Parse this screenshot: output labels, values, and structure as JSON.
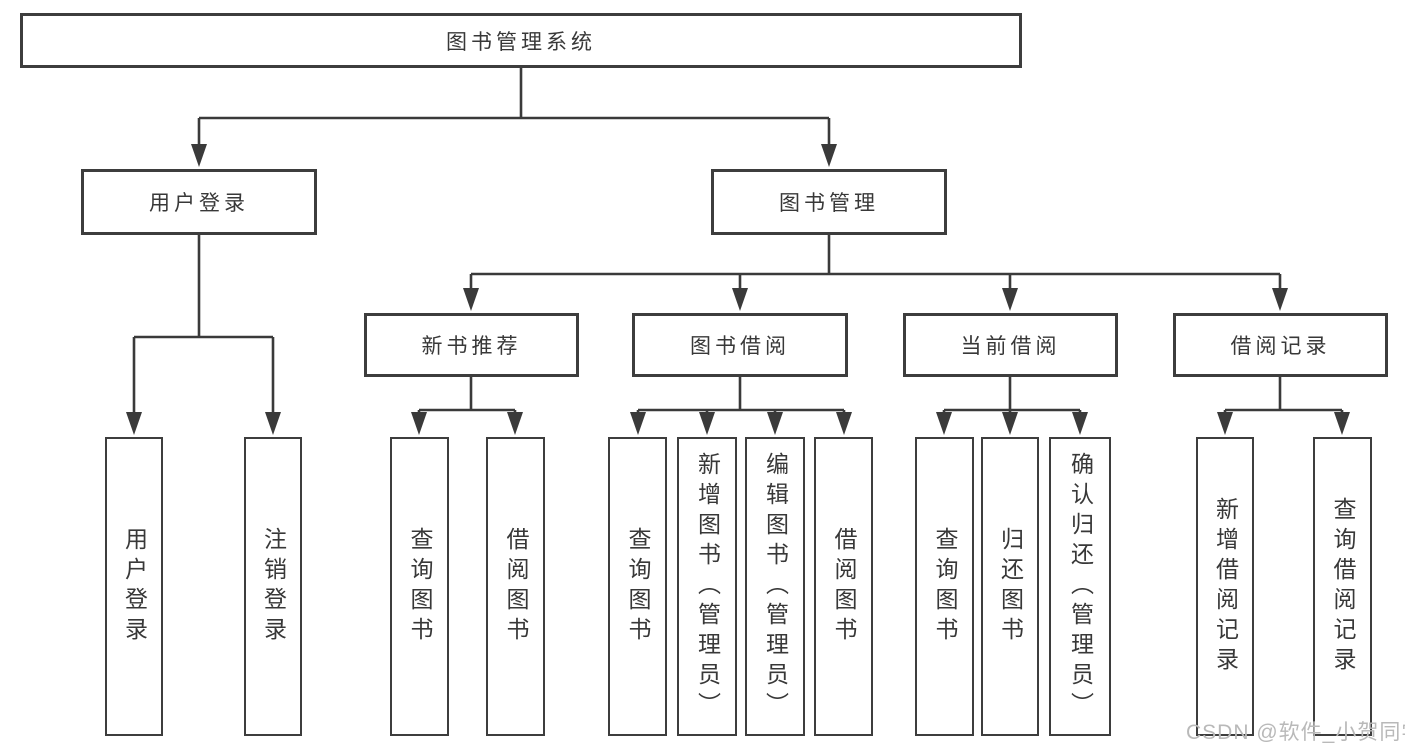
{
  "tree": {
    "root": {
      "label": "图书管理系统"
    },
    "branches": [
      {
        "label": "用户登录",
        "children": [
          {
            "label": "用户登录"
          },
          {
            "label": "注销登录"
          }
        ]
      },
      {
        "label": "图书管理",
        "sections": [
          {
            "label": "新书推荐",
            "children": [
              {
                "label": "查询图书"
              },
              {
                "label": "借阅图书"
              }
            ]
          },
          {
            "label": "图书借阅",
            "children": [
              {
                "label": "查询图书"
              },
              {
                "label": "新增图书（管理员）"
              },
              {
                "label": "编辑图书（管理员）"
              },
              {
                "label": "借阅图书"
              }
            ]
          },
          {
            "label": "当前借阅",
            "children": [
              {
                "label": "查询图书"
              },
              {
                "label": "归还图书"
              },
              {
                "label": "确认归还（管理员）"
              }
            ]
          },
          {
            "label": "借阅记录",
            "children": [
              {
                "label": "新增借阅记录"
              },
              {
                "label": "查询借阅记录"
              }
            ]
          }
        ]
      }
    ]
  },
  "watermark": {
    "text": "CSDN @软件_小贺同学"
  },
  "colors": {
    "line": "#3a3a3a",
    "box_border": "#3d3d3d",
    "text": "#383838",
    "watermark": "#b9b9b9",
    "background": "#ffffff"
  }
}
